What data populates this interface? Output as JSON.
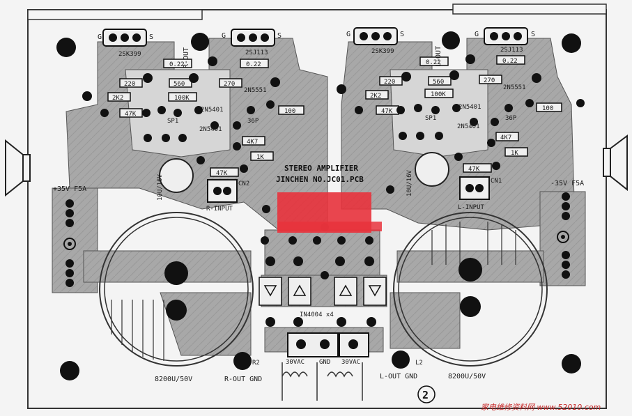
{
  "board": {
    "title_line1": "STEREO AMPLIFIER",
    "title_line2": "JINCHEN NO.JC01.PCB",
    "figure_number": "2",
    "watermark": "家电维修资料网 www.52010.com"
  },
  "left_channel": {
    "output_label": "R-OUT",
    "input_label": "R-INPUT",
    "power_label": "+35V F5A",
    "cap_label": "8200U/50V",
    "gnd_label": "R-OUT GND",
    "connector_label": "CN2",
    "resistor_label": "R2",
    "input_cap_label": "10U/16V"
  },
  "right_channel": {
    "output_label": "L-OUT",
    "input_label": "L-INPUT",
    "power_label": "-35V F5A",
    "cap_label": "8200U/50V",
    "gnd_label": "L-OUT GND",
    "connector_label": "CN1",
    "resistor_label": "L2",
    "input_cap_label": "10U/16V"
  },
  "components": {
    "mosfet_a": "2SK399",
    "mosfet_b": "2SJ113",
    "r_022": "0.22",
    "r_220": "220",
    "r_560": "560",
    "r_270": "270",
    "q_2n5551": "2N5551",
    "r_2k2": "2K2",
    "r_100k": "100K",
    "r_47k": "47K",
    "q_2n5401": "2N5401",
    "r_100": "100",
    "c_36p": "36P",
    "r_4k7": "4K7",
    "r_1k": "1K",
    "trimmer": "SP1",
    "pin_g": "G",
    "pin_s": "S"
  },
  "power_section": {
    "rectifier_label": "IN4004 x4",
    "ac_left": "30VAC",
    "gnd": "GND",
    "ac_right": "30VAC"
  },
  "colors": {
    "board_bg": "#f4f4f4",
    "copper": "#a7a7a7",
    "pad": "#111111",
    "redaction": "#e8323c"
  }
}
